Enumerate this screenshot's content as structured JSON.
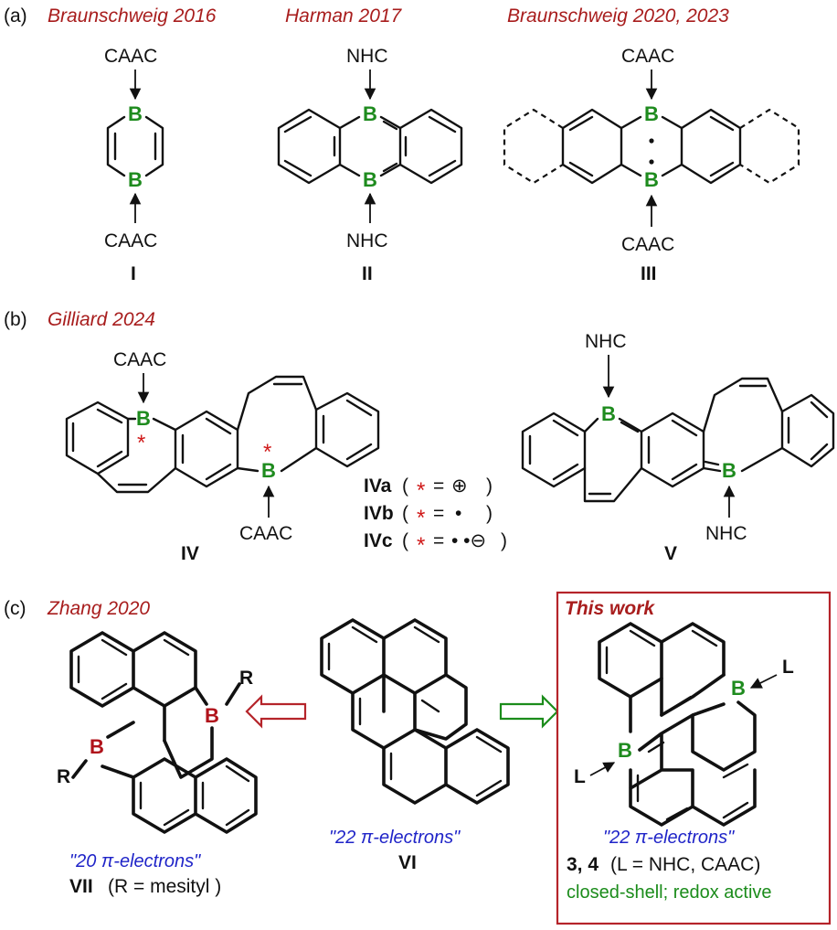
{
  "panels": {
    "a": {
      "label": "(a)",
      "citations": [
        "Braunschweig 2016",
        "Harman 2017",
        "Braunschweig 2020, 2023"
      ],
      "compounds": [
        {
          "id": "I",
          "ligand_top": "CAAC",
          "ligand_bottom": "CAAC"
        },
        {
          "id": "II",
          "ligand_top": "NHC",
          "ligand_bottom": "NHC"
        },
        {
          "id": "III",
          "ligand_top": "CAAC",
          "ligand_bottom": "CAAC"
        }
      ]
    },
    "b": {
      "label": "(b)",
      "citation": "Gilliard 2024",
      "compound_IV": {
        "id": "IV",
        "ligand_top": "CAAC",
        "ligand_bottom": "CAAC"
      },
      "compound_V": {
        "id": "V",
        "ligand_top": "NHC",
        "ligand_bottom": "NHC"
      },
      "variants": [
        {
          "name": "IVa",
          "open": "(",
          "star": "*",
          "eq": "=",
          "value": "⊕",
          "close": ")"
        },
        {
          "name": "IVb",
          "open": "(",
          "star": "*",
          "eq": "=",
          "value": "•",
          "close": ")"
        },
        {
          "name": "IVc",
          "open": "(",
          "star": "*",
          "eq": "=",
          "value": "• •⊖",
          "close": ")"
        }
      ]
    },
    "c": {
      "label": "(c)",
      "citation": "Zhang 2020",
      "compound_VII": {
        "id": "VII",
        "electrons": "\"20 π-electrons\"",
        "note": "(R = mesityl )",
        "substituent": "R"
      },
      "compound_VI": {
        "id": "VI",
        "electrons": "\"22 π-electrons\""
      },
      "this_work": {
        "title": "This work",
        "electrons": "\"22 π-electrons\"",
        "compounds": "3, 4",
        "compounds_note": "(L = NHC, CAAC)",
        "ligand": "L",
        "property": "closed-shell; redox active"
      }
    }
  },
  "atom_labels": {
    "boron": "B",
    "star": "*"
  },
  "colors": {
    "citation": "#a81d1d",
    "boron": "#1e8b1e",
    "boron_red": "#b0131b",
    "electrons": "#1f24c8",
    "property": "#1b8c1b",
    "box": "#b5242a"
  }
}
